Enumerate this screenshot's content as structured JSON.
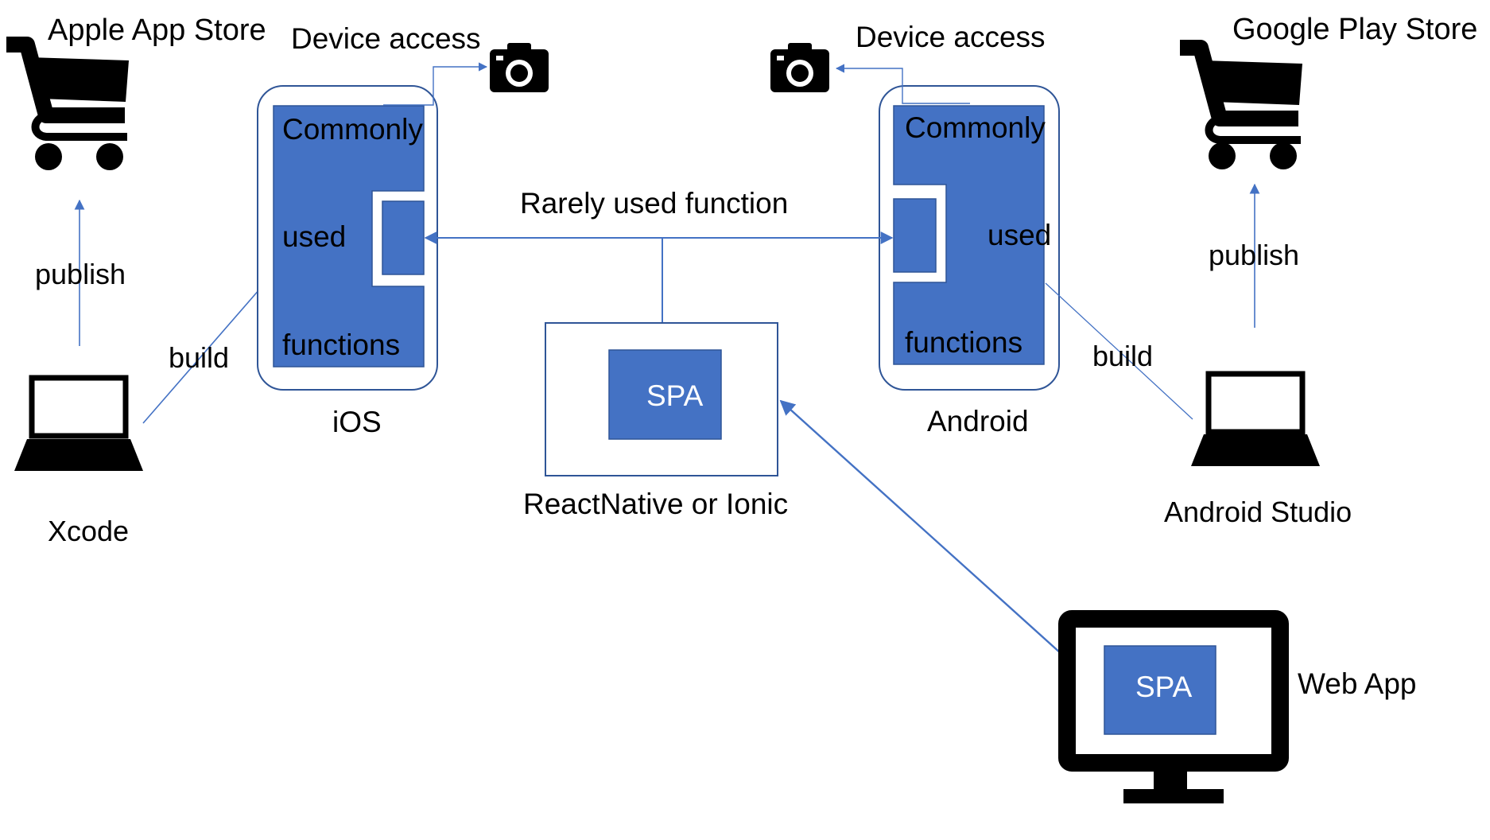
{
  "labels": {
    "apple_store": "Apple App Store",
    "google_store": "Google Play Store",
    "device_access_left": "Device access",
    "device_access_right": "Device access",
    "publish_left": "publish",
    "publish_right": "publish",
    "build_left": "build",
    "build_right": "build",
    "xcode": "Xcode",
    "android_studio": "Android Studio",
    "ios": "iOS",
    "android": "Android",
    "rarely_used": "Rarely used function",
    "react_native": "ReactNative or Ionic",
    "spa_center": "SPA",
    "spa_web": "SPA",
    "web_app": "Web App"
  },
  "ios_phone": {
    "line1": "Commonly",
    "line2": "used",
    "line3": "functions"
  },
  "android_phone": {
    "line1": "Commonly",
    "line2": "used",
    "line3": "functions"
  },
  "icons": [
    "cart-icon",
    "camera-icon",
    "laptop-icon",
    "monitor-icon"
  ],
  "colors": {
    "accent": "#4472C4",
    "border": "#2F5597",
    "ink": "#000000"
  }
}
